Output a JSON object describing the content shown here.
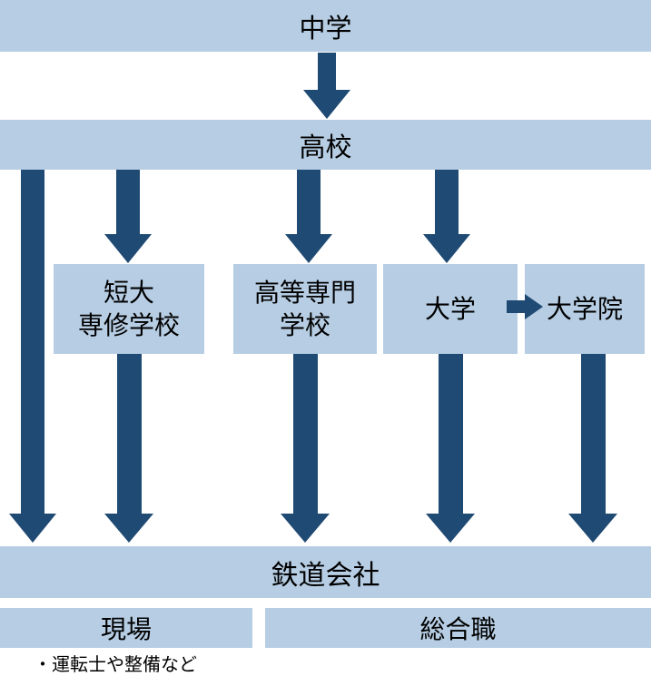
{
  "colors": {
    "light_blue": "#b6cde3",
    "dark_blue": "#1f4a73",
    "text": "#000000",
    "background": "#ffffff"
  },
  "nodes": {
    "junior_high": {
      "label": "中学"
    },
    "high_school": {
      "label": "高校"
    },
    "tandai": {
      "line1": "短大",
      "line2": "専修学校"
    },
    "kosen": {
      "line1": "高等専門",
      "line2": "学校"
    },
    "university": {
      "label": "大学"
    },
    "grad_school": {
      "label": "大学院"
    },
    "railway_company": {
      "label": "鉄道会社"
    },
    "field_work": {
      "label": "現場"
    },
    "career_track": {
      "label": "総合職"
    }
  },
  "footnote": {
    "text": "・運転士や整備など"
  }
}
